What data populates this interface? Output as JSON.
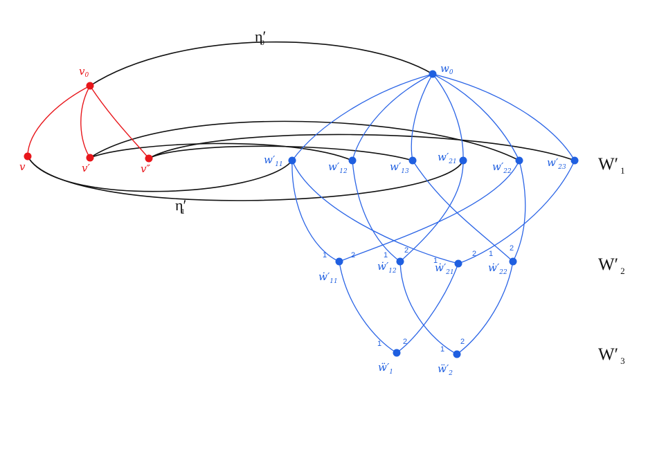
{
  "colors": {
    "red": "#e8161b",
    "blue": "#1f5fe0",
    "black": "#111111"
  },
  "labels": {
    "eta0": "η′",
    "eta0_sub": "0",
    "eta1": "η′",
    "eta1_sub": "1",
    "W1": "W′",
    "W1_sub": "1",
    "W2": "W′",
    "W2_sub": "2",
    "W3": "W′",
    "W3_sub": "3"
  },
  "red_nodes": [
    {
      "id": "v0",
      "base": "v",
      "sub": "0"
    },
    {
      "id": "v",
      "base": "v",
      "sub": ""
    },
    {
      "id": "vp",
      "base": "v′",
      "sub": ""
    },
    {
      "id": "vpp",
      "base": "v″",
      "sub": ""
    }
  ],
  "blue_nodes": [
    {
      "id": "w0",
      "base": "w",
      "sub": "0"
    },
    {
      "id": "w11",
      "base": "w′",
      "sub": "11"
    },
    {
      "id": "w12",
      "base": "w′",
      "sub": "12"
    },
    {
      "id": "w13",
      "base": "w′",
      "sub": "13"
    },
    {
      "id": "w21",
      "base": "w′",
      "sub": "21"
    },
    {
      "id": "w22",
      "base": "w′",
      "sub": "22"
    },
    {
      "id": "w23",
      "base": "w′",
      "sub": "23"
    },
    {
      "id": "dw11",
      "base": "ẇ′",
      "sub": "11"
    },
    {
      "id": "dw12",
      "base": "ẇ′",
      "sub": "12"
    },
    {
      "id": "dw21",
      "base": "ẇ′",
      "sub": "21"
    },
    {
      "id": "dw22",
      "base": "ẇ′",
      "sub": "22"
    },
    {
      "id": "ddw1",
      "base": "ẅ′",
      "sub": "1"
    },
    {
      "id": "ddw2",
      "base": "ẅ′",
      "sub": "2"
    }
  ],
  "port_numbers": [
    "1",
    "2"
  ]
}
